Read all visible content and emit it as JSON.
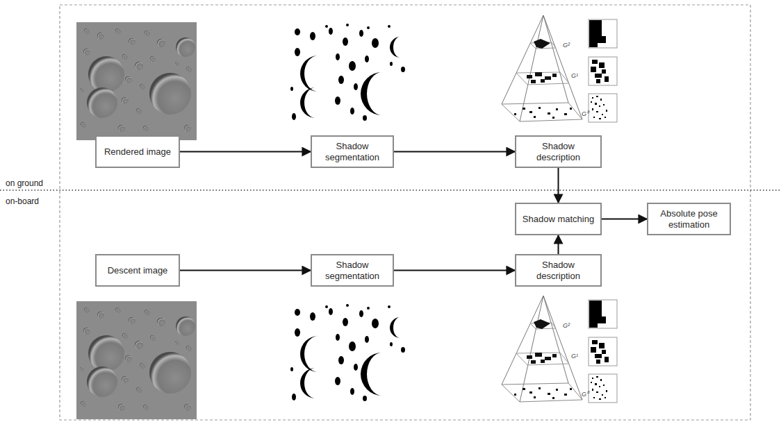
{
  "diagram": {
    "nodes": [
      {
        "text": [
          "Rendered image"
        ]
      },
      {
        "text": [
          "Shadow segmentation"
        ]
      },
      {
        "text": [
          "Shadow description"
        ]
      },
      {
        "text": [
          "Shadow matching"
        ]
      },
      {
        "text": [
          "Absolute pose estimation"
        ]
      },
      {
        "text": [
          "Descent image"
        ]
      },
      {
        "text": [
          "Shadow segmentation"
        ]
      },
      {
        "text": [
          "Shadow description"
        ]
      }
    ],
    "edges": [
      {
        "from": 0,
        "to": 1,
        "arrow": "to"
      },
      {
        "from": 1,
        "to": 2,
        "arrow": "to"
      },
      {
        "from": 2,
        "to": 3,
        "arrow": "to"
      },
      {
        "from": 3,
        "to": 4,
        "arrow": "to"
      },
      {
        "from": 5,
        "to": 6,
        "arrow": "to"
      },
      {
        "from": 6,
        "to": 7,
        "arrow": "to"
      },
      {
        "from": 7,
        "to": 3,
        "arrow": "to"
      }
    ],
    "labels": [
      "on ground",
      "on-board",
      "G²",
      "G¹",
      "G⁰",
      "G²",
      "G¹",
      "G⁰"
    ]
  }
}
